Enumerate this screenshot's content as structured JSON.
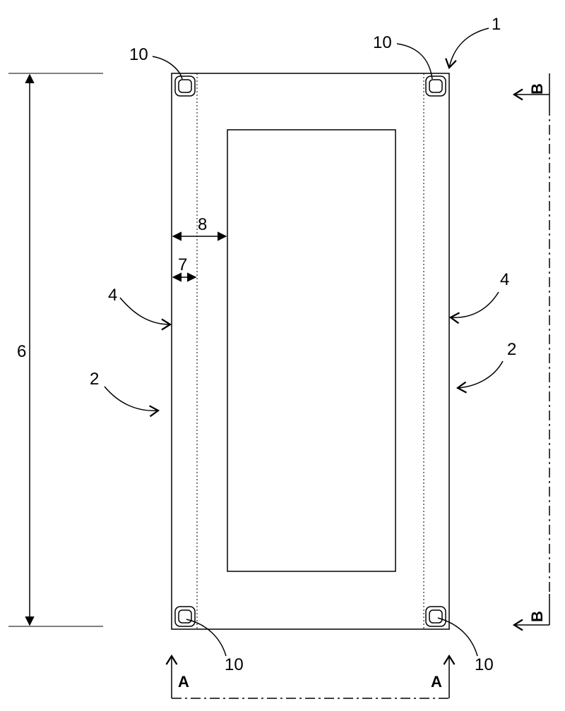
{
  "figure": {
    "ref_panel": "1",
    "ref_side_left": "2",
    "ref_side_right": "2",
    "ref_edge_left": "4",
    "ref_edge_right": "4",
    "ref_height": "6",
    "ref_strip_width": "7",
    "ref_frame_width": "8",
    "ref_hole_top_left": "10",
    "ref_hole_top_right": "10",
    "ref_hole_bottom_left": "10",
    "ref_hole_bottom_right": "10",
    "section_a_left": "A",
    "section_a_right": "A",
    "section_b_top": "B",
    "section_b_bottom": "B"
  }
}
